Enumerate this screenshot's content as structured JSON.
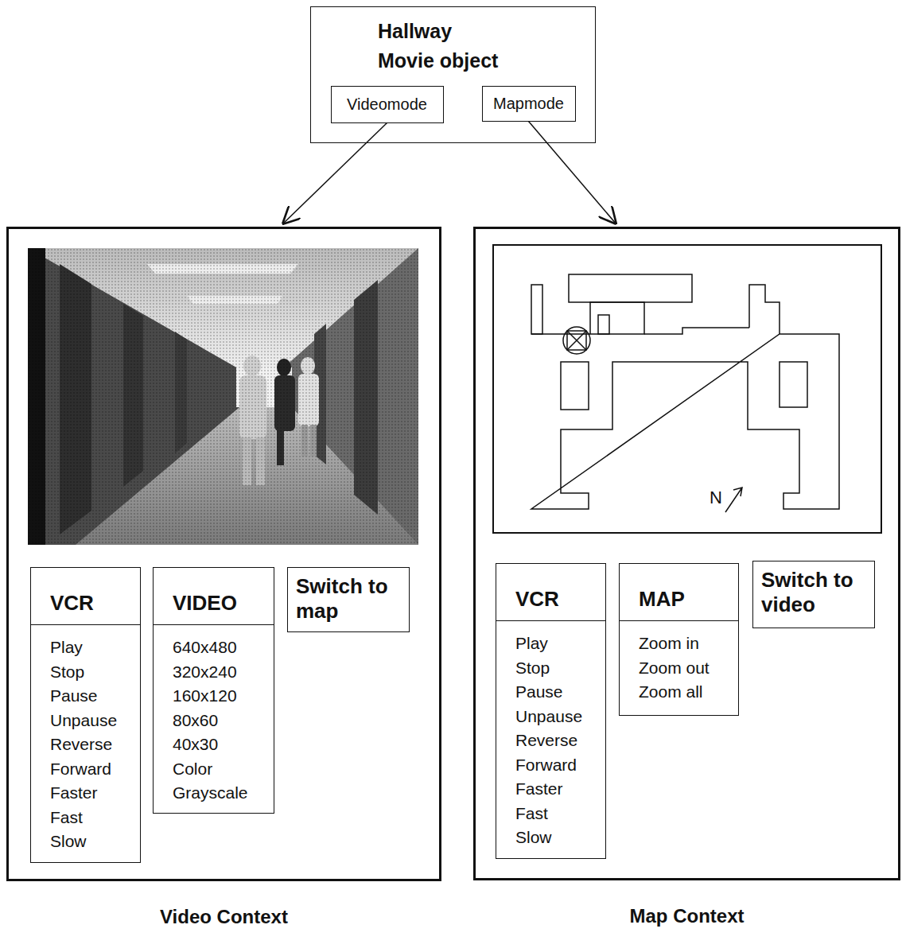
{
  "diagram": {
    "nodes": [
      {
        "text": [
          "Hallway Movie object"
        ]
      },
      {
        "text": [
          "Videomode"
        ],
        "in": 0
      },
      {
        "text": [
          "Mapmode"
        ],
        "in": 0
      },
      {
        "text": [
          "Video Context"
        ]
      },
      {
        "text": [
          "VCR",
          "Play",
          "Stop",
          "Pause",
          "Unpause",
          "Reverse",
          "Forward",
          "Faster",
          "Fast",
          "Slow"
        ],
        "in": 3
      },
      {
        "text": [
          "VIDEO",
          "640x480",
          "320x240",
          "160x120",
          "80x60",
          "40x30",
          "Color",
          "Grayscale"
        ],
        "in": 3
      },
      {
        "text": [
          "Switch to map"
        ],
        "in": 3
      },
      {
        "text": [
          "Map Context"
        ]
      },
      {
        "text": [
          "VCR",
          "Play",
          "Stop",
          "Pause",
          "Unpause",
          "Reverse",
          "Forward",
          "Faster",
          "Fast",
          "Slow"
        ],
        "in": 7
      },
      {
        "text": [
          "MAP",
          "Zoom in",
          "Zoom out",
          "Zoom all"
        ],
        "in": 7
      },
      {
        "text": [
          "Switch to video"
        ],
        "in": 7
      }
    ],
    "edges": [
      {
        "from": 1,
        "to": 3,
        "arrow": "to"
      },
      {
        "from": 2,
        "to": 7,
        "arrow": "to"
      }
    ],
    "labels": [
      "N"
    ]
  }
}
